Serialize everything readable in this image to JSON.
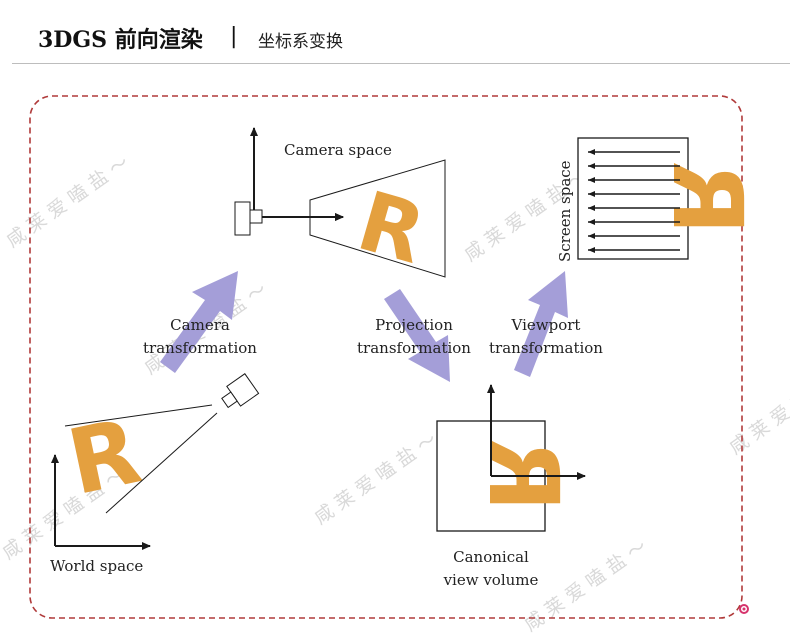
{
  "header": {
    "title": "3DGS 前向渲染",
    "separator": "|",
    "subtitle": "坐标系变换"
  },
  "diagram": {
    "labels": {
      "camera_space": "Camera space",
      "screen_space": "Screen space",
      "camera_transformation_1": "Camera",
      "camera_transformation_2": "transformation",
      "projection_transformation_1": "Projection",
      "projection_transformation_2": "transformation",
      "viewport_transformation_1": "Viewport",
      "viewport_transformation_2": "transformation",
      "world_space": "World space",
      "canonical_1": "Canonical",
      "canonical_2": "view volume"
    },
    "glyphs": {
      "world": "R",
      "camera": "R",
      "canonical": "R",
      "screen": "R"
    },
    "watermark": "咸 莱 爱 嗑 盐 ～",
    "colors": {
      "border": "#b03a3a",
      "arrow": "#a49ed8",
      "letter": "#e4a03f",
      "line": "#1a1a1a",
      "marker": "#d6336c"
    }
  }
}
